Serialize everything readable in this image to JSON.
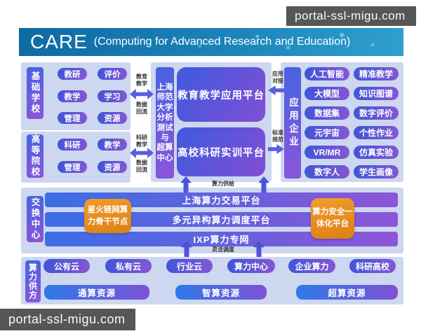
{
  "watermarks": {
    "top": "portal-ssl-migu.com",
    "bottom": "portal-ssl-migu.com"
  },
  "header": {
    "title": "CARE",
    "subtitle": "(Computing for Advanced Research and Education)"
  },
  "colors": {
    "header_blue": "#1b84ba",
    "panel_bg": "#cdd7ef",
    "pill_blue": "#4156d6",
    "pill_purple": "#8157d4",
    "orange": "#e8912a",
    "arrow": "#5a5fda",
    "watermark_bg": "#484848"
  },
  "basic_school": {
    "label": "基础学校",
    "pills": [
      "教研",
      "评价",
      "教学",
      "学习",
      "管理",
      "资源"
    ]
  },
  "higher_edu": {
    "label": "高等院校",
    "pills": [
      "科研",
      "教学",
      "管理",
      "资源"
    ]
  },
  "center": {
    "label": "上海\n师范\n大学\n分析\n测试\n与\n超算\n中心",
    "platform_top": "教育教学应用平台",
    "platform_bottom": "高校科研实训平台"
  },
  "app_enterprise": {
    "label": "应用企业",
    "pills": [
      "人工智能",
      "精准教学",
      "大模型",
      "知识图谱",
      "数据集",
      "数字评价",
      "元宇宙",
      "个性作业",
      "VR/MR",
      "仿真实验",
      "数字人",
      "学生画像"
    ]
  },
  "exchange": {
    "label": "交换中心",
    "bars": [
      "上海算力交易平台",
      "多元异构算力调度平台",
      "IXP算力专网"
    ],
    "blockchain_node": "星火链网算\n力骨干节点",
    "security_platform": "算力安全一\n体化平台"
  },
  "supply": {
    "label": "算力供方",
    "pills": [
      "公有云",
      "私有云",
      "行业云",
      "算力中心",
      "企业算力",
      "科研高校"
    ],
    "bars": [
      "通算资源",
      "智算资源",
      "超算资源"
    ]
  },
  "flows": {
    "edu_teaching": "教育教学",
    "data_return_1": "数据回流",
    "research_teaching": "科研教学",
    "data_return_2": "数据回流",
    "app_integration": "应用对接",
    "standards": "标准规范",
    "compute_supply": "算力供给",
    "flexible_dispatch": "灵活调度"
  }
}
